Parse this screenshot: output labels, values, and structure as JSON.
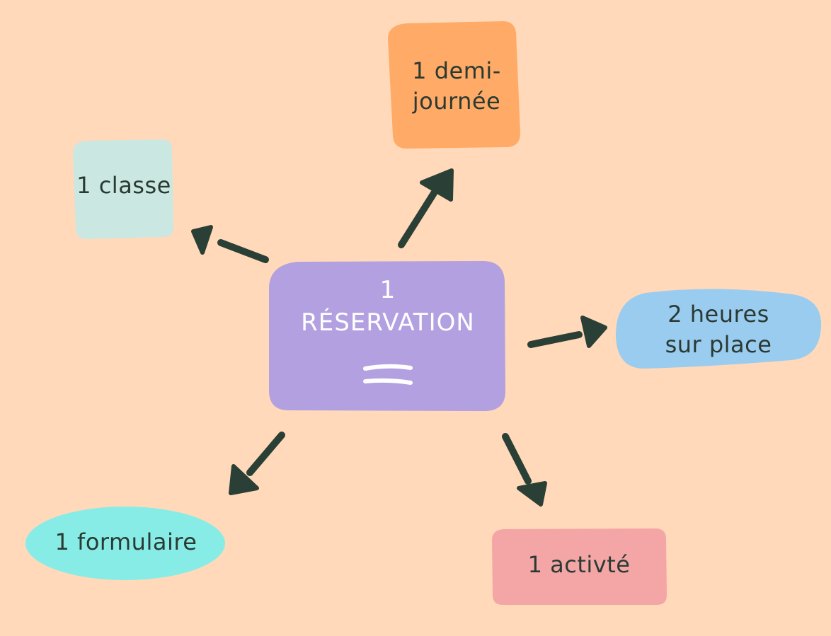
{
  "diagram": {
    "center": {
      "label": "1\nRÉSERVATION",
      "color": "#B3A0E0",
      "text_color": "#FFFFFF",
      "equals_icon": "equals-sign"
    },
    "nodes": [
      {
        "id": "demi-journee",
        "label": "1 demi-\njournée",
        "color": "#FFAA66"
      },
      {
        "id": "classe",
        "label": "1 classe",
        "color": "#CBE7E2"
      },
      {
        "id": "heures",
        "label": "2 heures\nsur place",
        "color": "#9ACCF0"
      },
      {
        "id": "formulaire",
        "label": "1 formulaire",
        "color": "#88ECE6"
      },
      {
        "id": "activite",
        "label": "1 activté",
        "color": "#F4A6A6"
      }
    ],
    "arrow_color": "#2A3F35",
    "background": "#FFD9B9"
  }
}
